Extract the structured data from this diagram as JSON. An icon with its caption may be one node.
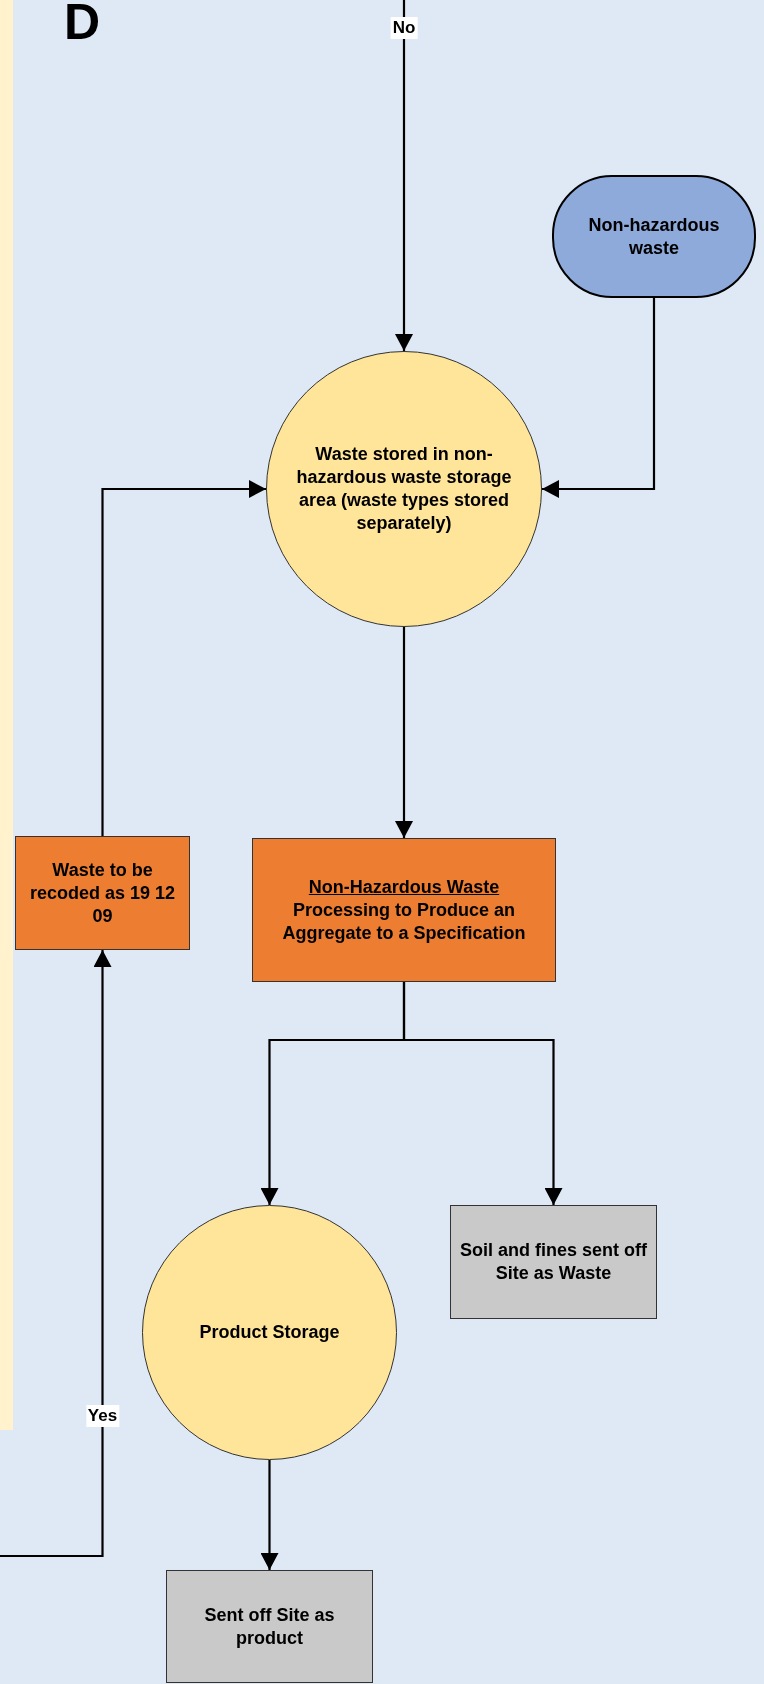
{
  "diagram": {
    "nodes": [
      {
        "text": [
          "Non-hazardous waste"
        ]
      },
      {
        "text": [
          "Waste stored in non-hazardous waste storage area (waste types stored separately)"
        ]
      },
      {
        "text": [
          "Waste to be recoded as 19 12 09"
        ]
      },
      {
        "text": [
          "Non-Hazardous Waste",
          "Processing to Produce an Aggregate to a Specification"
        ]
      },
      {
        "text": [
          "Product Storage"
        ]
      },
      {
        "text": [
          "Soil and fines sent off Site as Waste"
        ]
      },
      {
        "text": [
          "Sent off Site as product"
        ]
      }
    ],
    "edges": [
      {
        "from": null,
        "to": 1,
        "arrow": "to",
        "label": "No"
      },
      {
        "from": 0,
        "to": 1,
        "arrow": "to"
      },
      {
        "from": 2,
        "to": 1,
        "arrow": "to"
      },
      {
        "from": 1,
        "to": 3,
        "arrow": "to"
      },
      {
        "from": 3,
        "to": 4,
        "arrow": "to"
      },
      {
        "from": 3,
        "to": 5,
        "arrow": "to"
      },
      {
        "from": 4,
        "to": 6,
        "arrow": "to"
      },
      {
        "from": null,
        "to": 2,
        "arrow": "to",
        "label": "Yes"
      }
    ],
    "labels": [
      "D"
    ]
  }
}
